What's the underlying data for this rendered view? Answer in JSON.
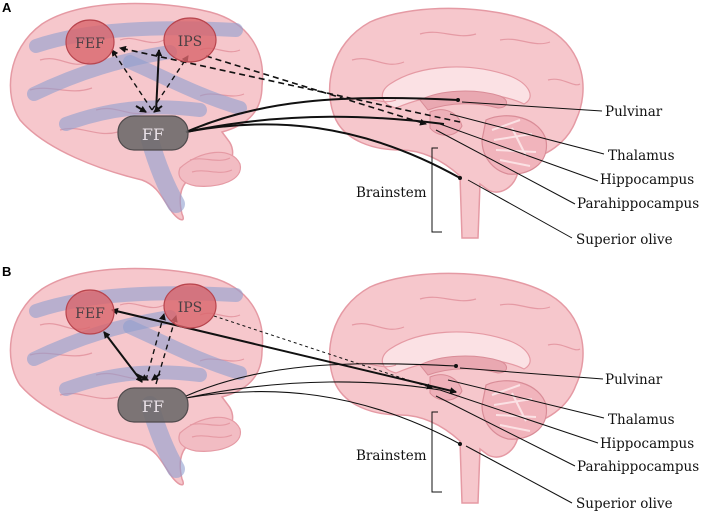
{
  "panels": [
    {
      "id": "A",
      "letter": "A"
    },
    {
      "id": "B",
      "letter": "B"
    }
  ],
  "nodes": {
    "fef": "FEF",
    "ips": "IPS",
    "ff": "FF"
  },
  "labels": {
    "pulvinar": "Pulvinar",
    "thalamus": "Thalamus",
    "hippocampus": "Hippocampus",
    "parahippocampus": "Parahippocampus",
    "brainstem": "Brainstem",
    "superior_olive": "Superior olive"
  },
  "colors": {
    "brain_fill": "#f6c7cc",
    "brain_stroke": "#e59aa4",
    "pathway": "#8f9fce",
    "node_red": "#d9656c",
    "node_gray": "#6f6a6c"
  }
}
